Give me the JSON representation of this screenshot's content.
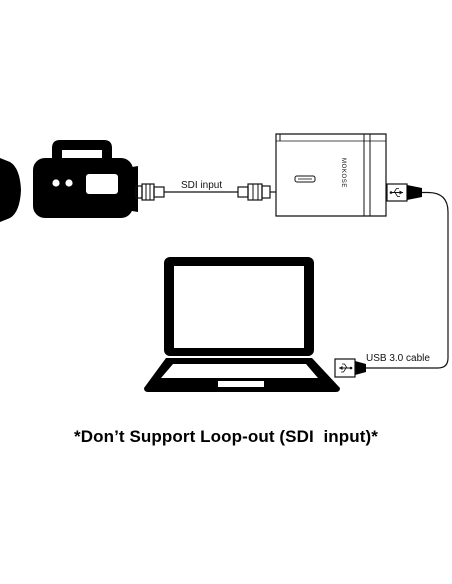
{
  "labels": {
    "sdi_cable": "SDI input",
    "usb_cable": "USB 3.0 cable",
    "device_brand": "MOKOSE"
  },
  "caption": "*Don’t Support Loop-out (SDI  input)*",
  "colors": {
    "ink": "#000000",
    "line": "#111111",
    "device_fill": "#ffffff"
  }
}
